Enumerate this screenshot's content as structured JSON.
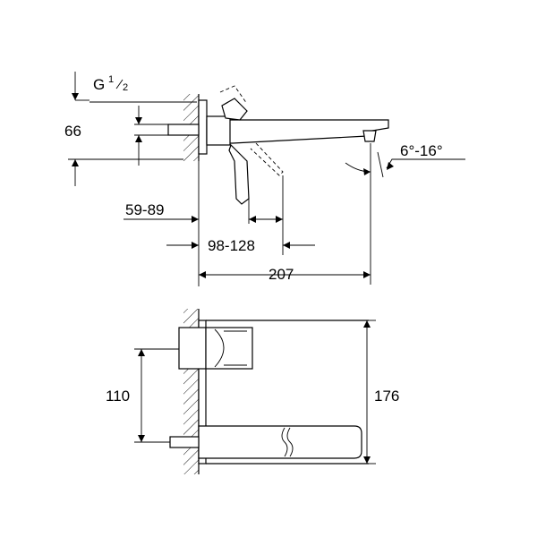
{
  "dimensions": {
    "thread_main": "G",
    "thread_num": "1",
    "thread_den": "2",
    "height_66": "66",
    "range_59_89": "59-89",
    "range_98_128": "98-128",
    "length_207": "207",
    "angle": "6°-16°",
    "spacing_110": "110",
    "height_176": "176"
  }
}
